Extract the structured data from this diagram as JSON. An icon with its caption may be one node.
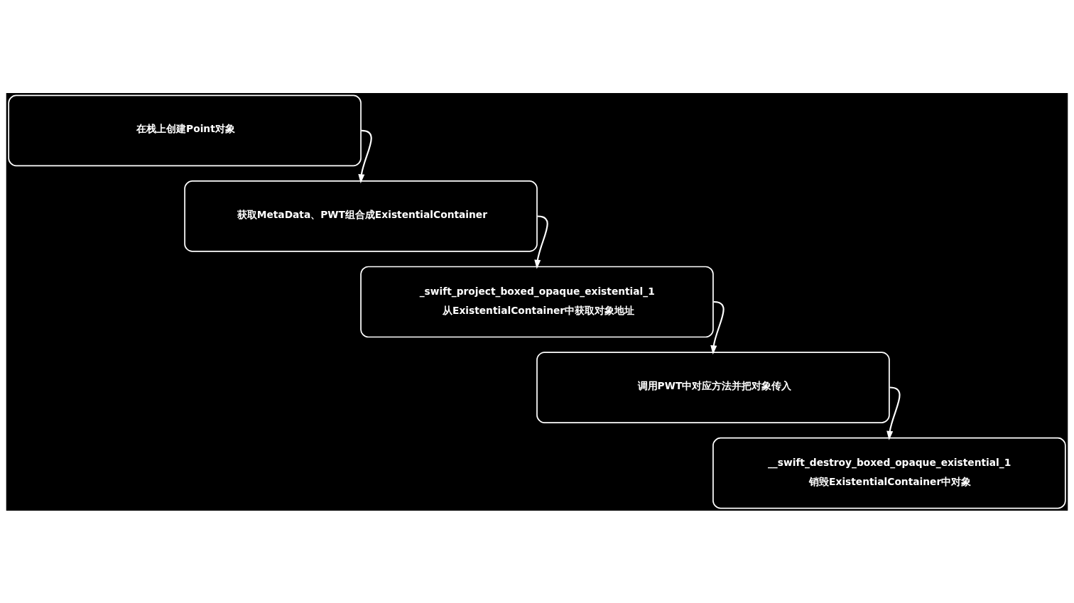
{
  "diagram": {
    "nodes": [
      {
        "text": [
          "在栈上创建Point对象"
        ]
      },
      {
        "text": [
          "获取MetaData、PWT组合成ExistentialContainer"
        ]
      },
      {
        "text": [
          "_swift_project_boxed_opaque_existential_1",
          "从ExistentialContainer中获取对象地址"
        ]
      },
      {
        "text": [
          "调用PWT中对应方法并把对象传入"
        ]
      },
      {
        "text": [
          "__swift_destroy_boxed_opaque_existential_1",
          "销毁ExistentialContainer中对象"
        ]
      }
    ],
    "edges": [
      {
        "from": 0,
        "to": 1,
        "arrow": "to"
      },
      {
        "from": 1,
        "to": 2,
        "arrow": "to"
      },
      {
        "from": 2,
        "to": 3,
        "arrow": "to"
      },
      {
        "from": 3,
        "to": 4,
        "arrow": "to"
      }
    ]
  }
}
